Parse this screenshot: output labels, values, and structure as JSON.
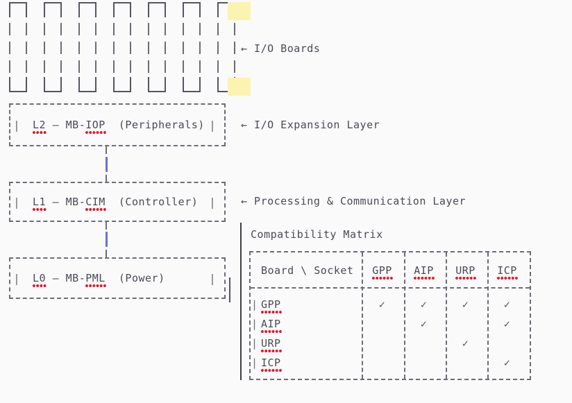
{
  "canvas": {
    "background": "#fafafa",
    "text_color": "#4a4a55",
    "highlight_color": "#faf4b0",
    "spellcheck_color": "#e8152b",
    "caret_color": "#6b6be0"
  },
  "io_section": {
    "board_count": 7,
    "annotation": "← I/O Boards",
    "highlight_label": "highlight"
  },
  "layers": [
    {
      "id": "L2",
      "code_prefix": "L2",
      "separator": " – ",
      "board": "MB-IOP",
      "board_prefix": "MB-",
      "board_suffix": "IOP",
      "role": "(Peripherals)",
      "annotation": "← I/O Expansion Layer"
    },
    {
      "id": "L1",
      "code_prefix": "L1",
      "separator": " – ",
      "board": "MB-CIM",
      "board_prefix": "MB-",
      "board_suffix": "CIM",
      "role": "(Controller)",
      "annotation": "← Processing & Communication Layer"
    },
    {
      "id": "L0",
      "code_prefix": "L0",
      "separator": " – ",
      "board": "MB-PML",
      "board_prefix": "MB-",
      "board_suffix": "PML",
      "role": "(Power)",
      "annotation": ""
    }
  ],
  "pipe": "|",
  "matrix": {
    "title": "Compatibility Matrix",
    "corner_header": "Board \\ Socket",
    "columns": [
      "GPP",
      "AIP",
      "URP",
      "ICP"
    ],
    "rows": [
      {
        "label": "GPP",
        "cells": [
          "✓",
          "✓",
          "✓",
          "✓"
        ]
      },
      {
        "label": "AIP",
        "cells": [
          "",
          "✓",
          "",
          "✓"
        ]
      },
      {
        "label": "URP",
        "cells": [
          "",
          "",
          "✓",
          ""
        ]
      },
      {
        "label": "ICP",
        "cells": [
          "",
          "",
          "",
          "✓"
        ]
      }
    ]
  }
}
